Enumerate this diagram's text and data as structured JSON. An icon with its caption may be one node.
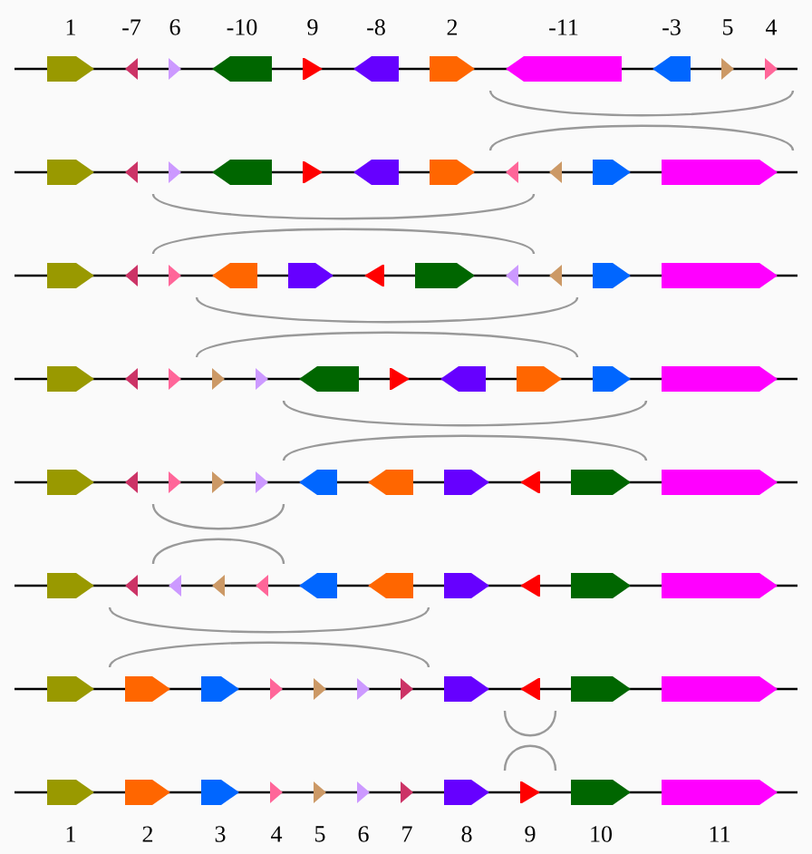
{
  "diagram": {
    "labels": [
      "1",
      "-7",
      "6",
      "-10",
      "9",
      "-8",
      "2",
      "-11",
      "-3",
      "5",
      "4",
      "1",
      "2",
      "3",
      "4",
      "5",
      "6",
      "7",
      "8",
      "9",
      "10",
      "11"
    ]
  }
}
